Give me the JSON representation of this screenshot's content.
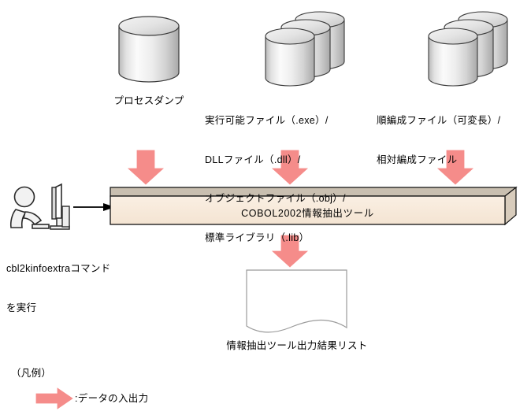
{
  "diagram": {
    "title_text": "COBOL2002情報抽出ツール",
    "sources": [
      {
        "id": "process-dump",
        "icon": "single-cylinder-icon",
        "label": "プロセスダンプ"
      },
      {
        "id": "executable-files",
        "icon": "triple-cylinder-icon",
        "label_lines": [
          "実行可能ファイル（.exe）/",
          "DLLファイル（.dll）/",
          "オブジェクトファイル（.obj）/",
          "標準ライブラリ（.lib）"
        ]
      },
      {
        "id": "sequential-files",
        "icon": "triple-cylinder-icon",
        "label_lines": [
          "順編成ファイル（可変長）/",
          "相対編成ファイル"
        ]
      }
    ],
    "actor": {
      "icon": "person-at-computer-icon",
      "label_lines": [
        "cbl2kinfoextraコマンド",
        "を実行"
      ]
    },
    "output": {
      "icon": "document-list-icon",
      "label": "情報抽出ツール出力結果リスト"
    },
    "legend": {
      "heading": "（凡例）",
      "arrow_icon": "data-flow-arrow-icon",
      "arrow_label": ":データの入出力"
    },
    "colors": {
      "arrow_fill": "#F58C8A",
      "arrow_edge": "#F07A78",
      "box_front": "#F7E9DA",
      "box_top": "#C9BFB0",
      "box_side": "#D8CCBC",
      "box_outline": "#111111",
      "cylinder_light": "#FAFAFA",
      "cylinder_mid": "#D8D8D8",
      "cylinder_dark": "#9A9A9A",
      "cylinder_outline": "#3A3A3A",
      "doc_outline": "#9B9B9B",
      "connector": "#000000"
    }
  }
}
